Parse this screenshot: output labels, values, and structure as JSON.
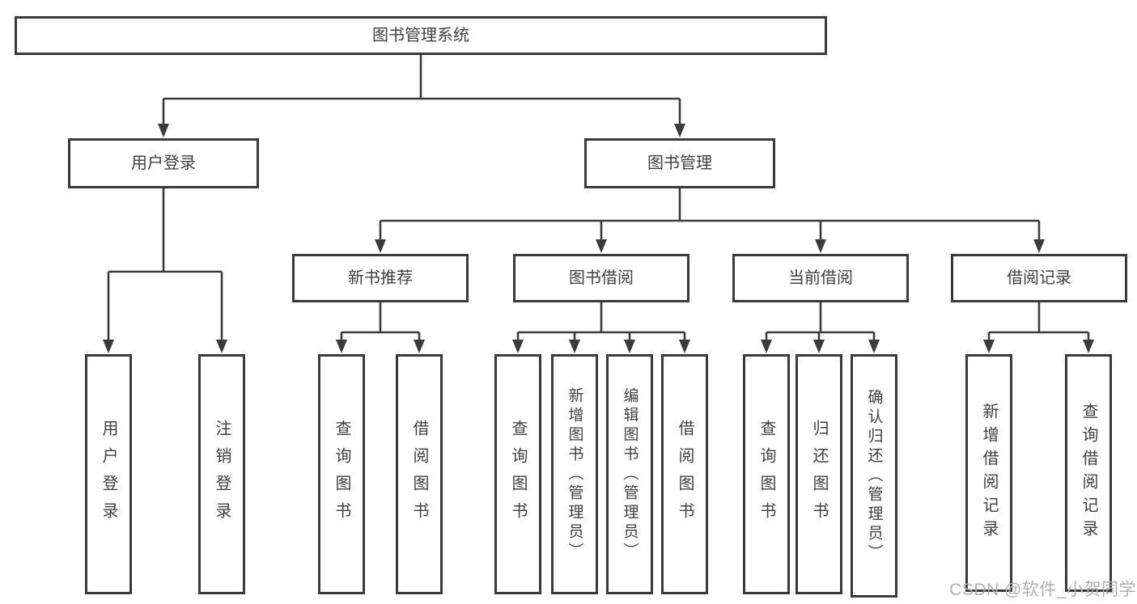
{
  "colors": {
    "line": "#3b3b3b",
    "box_border": "#3a3a3a",
    "text": "#3f3f3f",
    "watermark": "#b0b0b0"
  },
  "watermark": {
    "text": "CSDN @软件_小贺同学"
  },
  "tree": {
    "root": {
      "label": "图书管理系统",
      "children": [
        {
          "label": "用户登录",
          "children": [
            {
              "label": "用户登录"
            },
            {
              "label": "注销登录"
            }
          ]
        },
        {
          "label": "图书管理",
          "children": [
            {
              "label": "新书推荐",
              "children": [
                {
                  "label": "查询图书"
                },
                {
                  "label": "借阅图书"
                }
              ]
            },
            {
              "label": "图书借阅",
              "children": [
                {
                  "label": "查询图书"
                },
                {
                  "label": "新增图书（管理员）"
                },
                {
                  "label": "编辑图书（管理员）"
                },
                {
                  "label": "借阅图书"
                }
              ]
            },
            {
              "label": "当前借阅",
              "children": [
                {
                  "label": "查询图书"
                },
                {
                  "label": "归还图书"
                },
                {
                  "label": "确认归还（管理员）"
                }
              ]
            },
            {
              "label": "借阅记录",
              "children": [
                {
                  "label": "新增借阅记录"
                },
                {
                  "label": "查询借阅记录"
                }
              ]
            }
          ]
        }
      ]
    }
  }
}
